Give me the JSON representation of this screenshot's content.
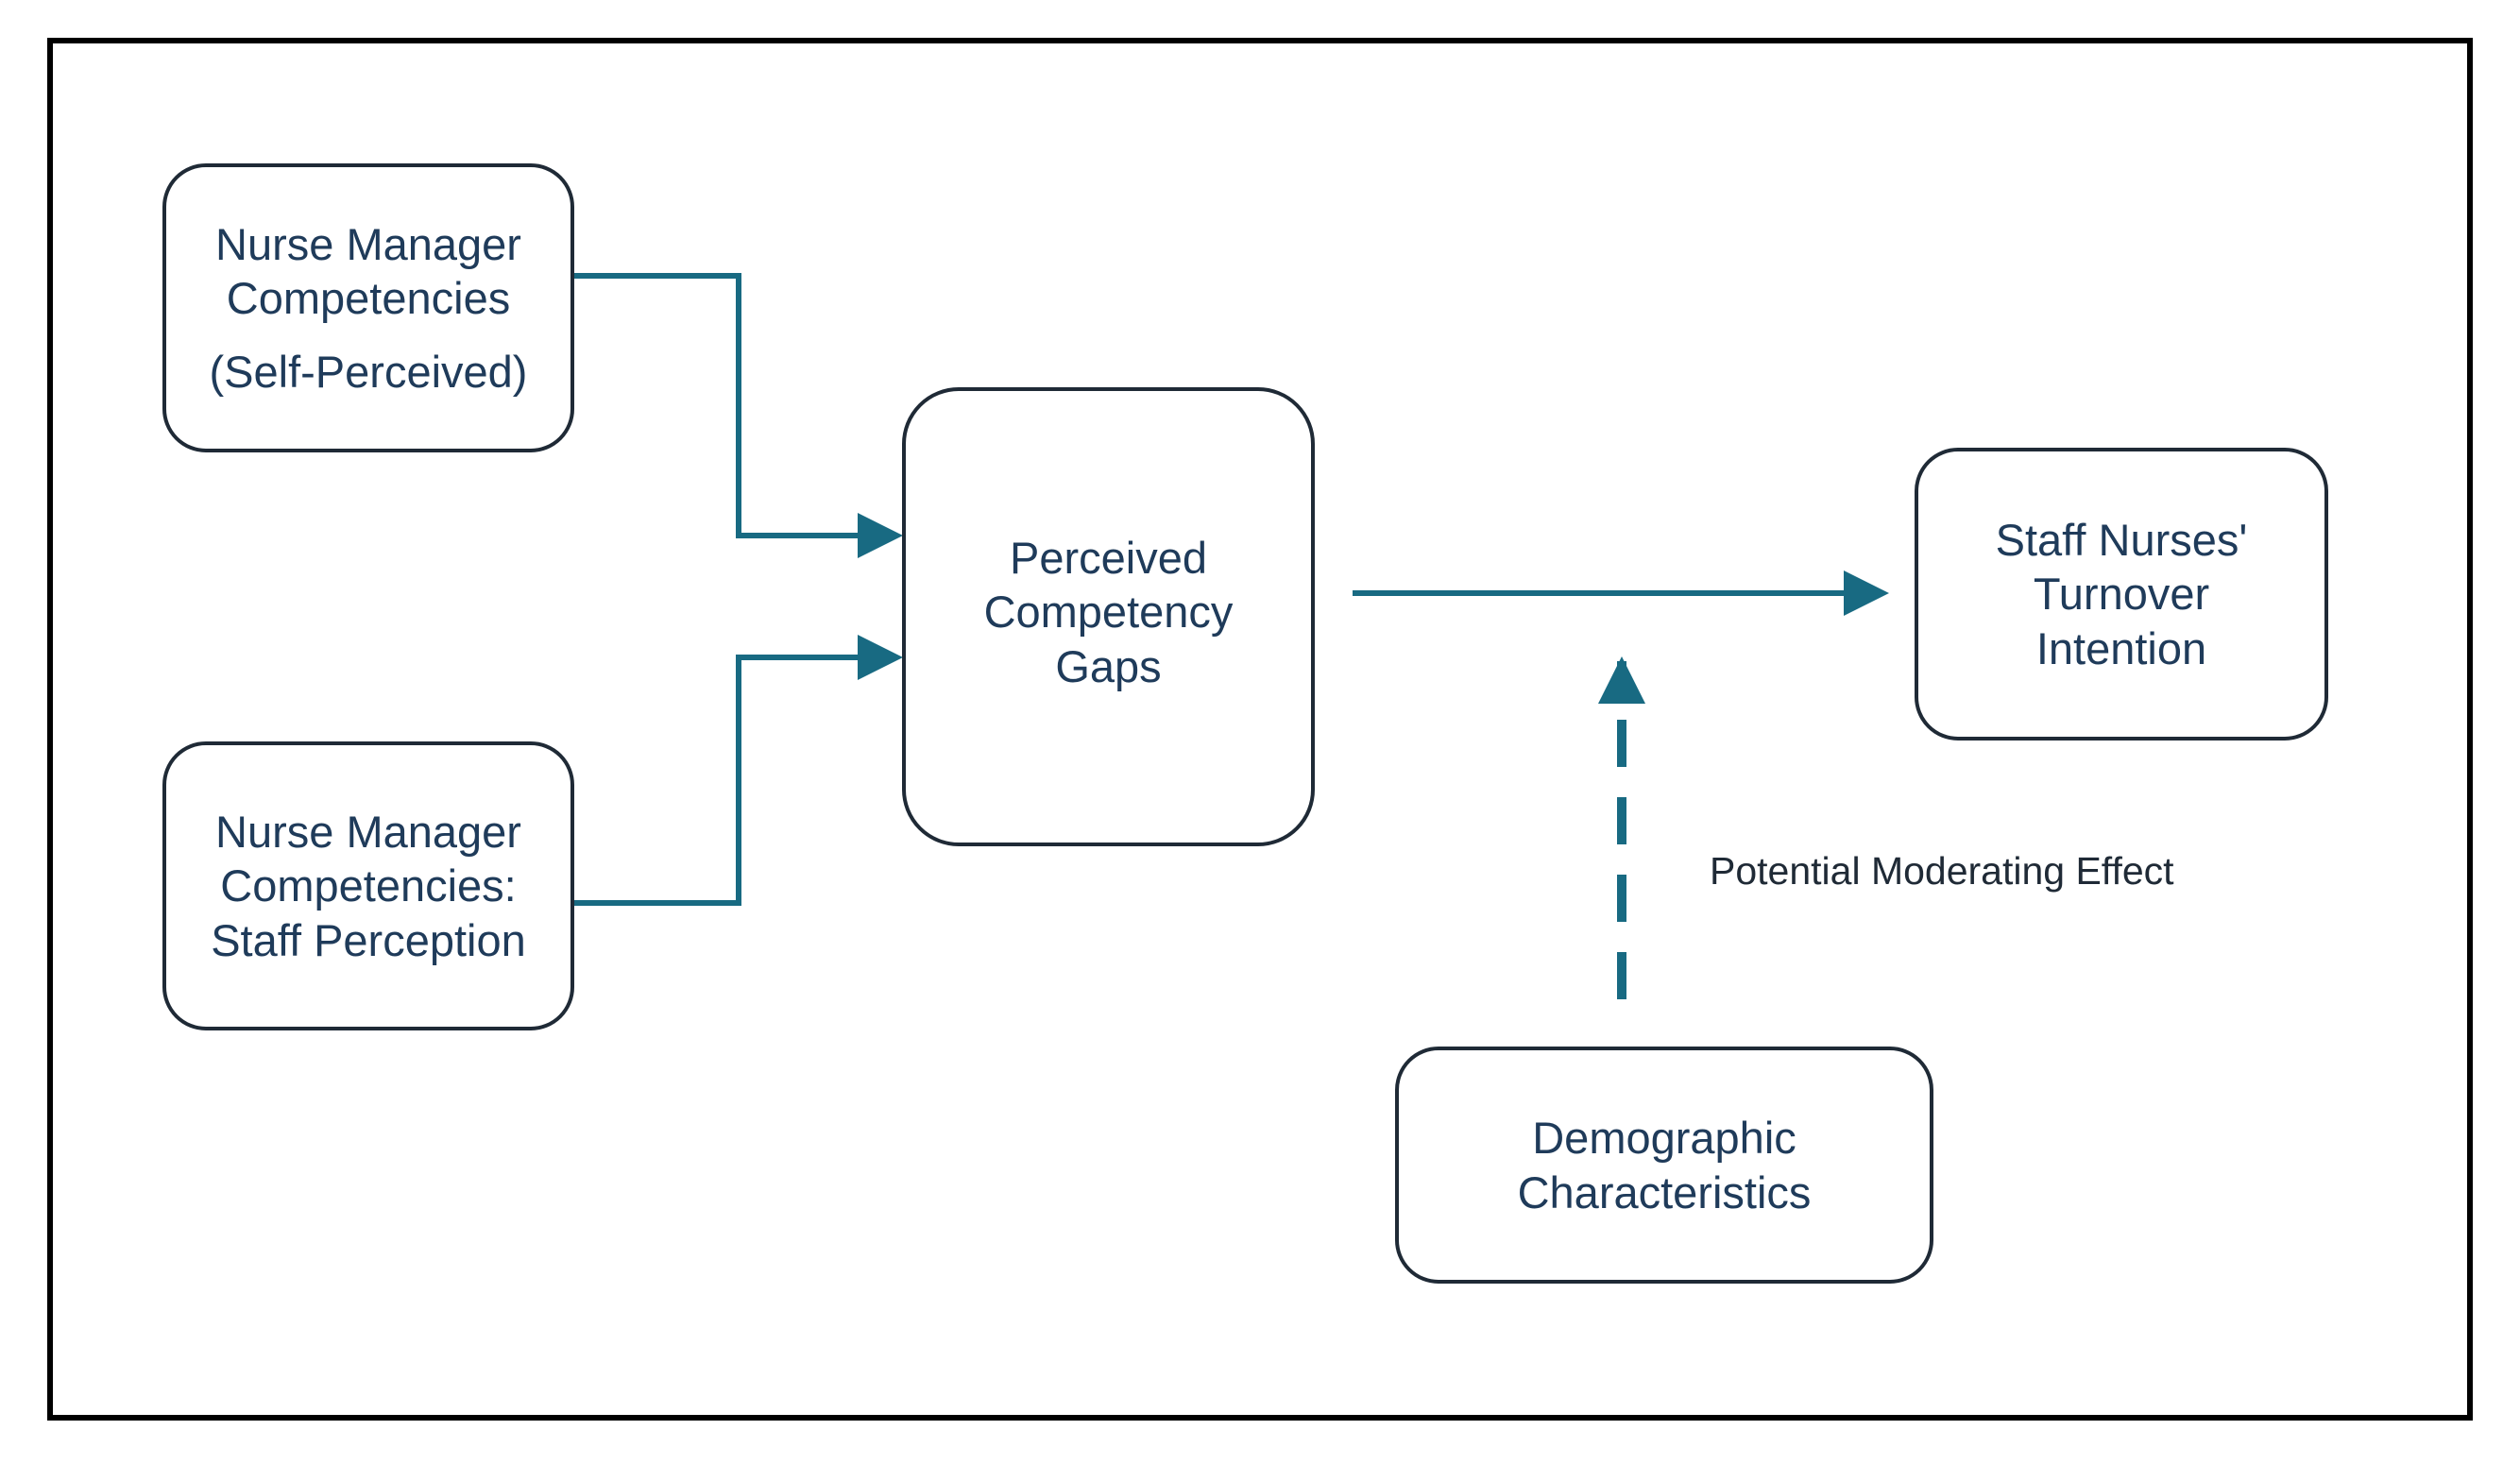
{
  "colors": {
    "connector": "#186a82",
    "node_border": "#1f2a36",
    "node_text": "#1f3b5a",
    "frame": "#000000"
  },
  "nodes": {
    "self_perceived": {
      "line1": "Nurse Manager",
      "line2": "Competencies",
      "line3": "(Self-Perceived)"
    },
    "staff_perception": {
      "line1": "Nurse Manager",
      "line2": "Competencies:",
      "line3": "Staff Perception"
    },
    "gaps": {
      "line1": "Perceived",
      "line2": "Competency",
      "line3": "Gaps"
    },
    "turnover": {
      "line1": "Staff Nurses'",
      "line2": "Turnover",
      "line3": "Intention"
    },
    "demographic": {
      "line1": "Demographic",
      "line2": "Characteristics"
    }
  },
  "edges": {
    "moderating_label": "Potential Moderating Effect"
  }
}
